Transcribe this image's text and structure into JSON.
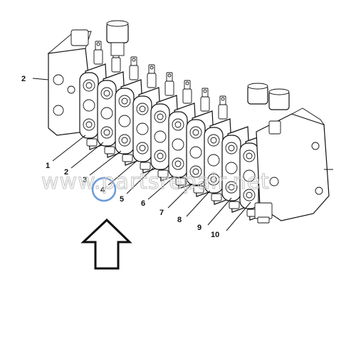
{
  "diagram": {
    "callouts": [
      {
        "id": "2",
        "text": "2"
      },
      {
        "id": "1",
        "text": "1"
      },
      {
        "id": "2b",
        "text": "2"
      },
      {
        "id": "3",
        "text": "3"
      },
      {
        "id": "4",
        "text": "4"
      },
      {
        "id": "5",
        "text": "5"
      },
      {
        "id": "6",
        "text": "6"
      },
      {
        "id": "7",
        "text": "7"
      },
      {
        "id": "8",
        "text": "8"
      },
      {
        "id": "9",
        "text": "9"
      },
      {
        "id": "10",
        "text": "10"
      }
    ],
    "highlighted_callout": "4",
    "highlight_color": "#6a9bd8",
    "watermark": "www.partsrepair.net",
    "indicator": "up-arrow-outline"
  }
}
